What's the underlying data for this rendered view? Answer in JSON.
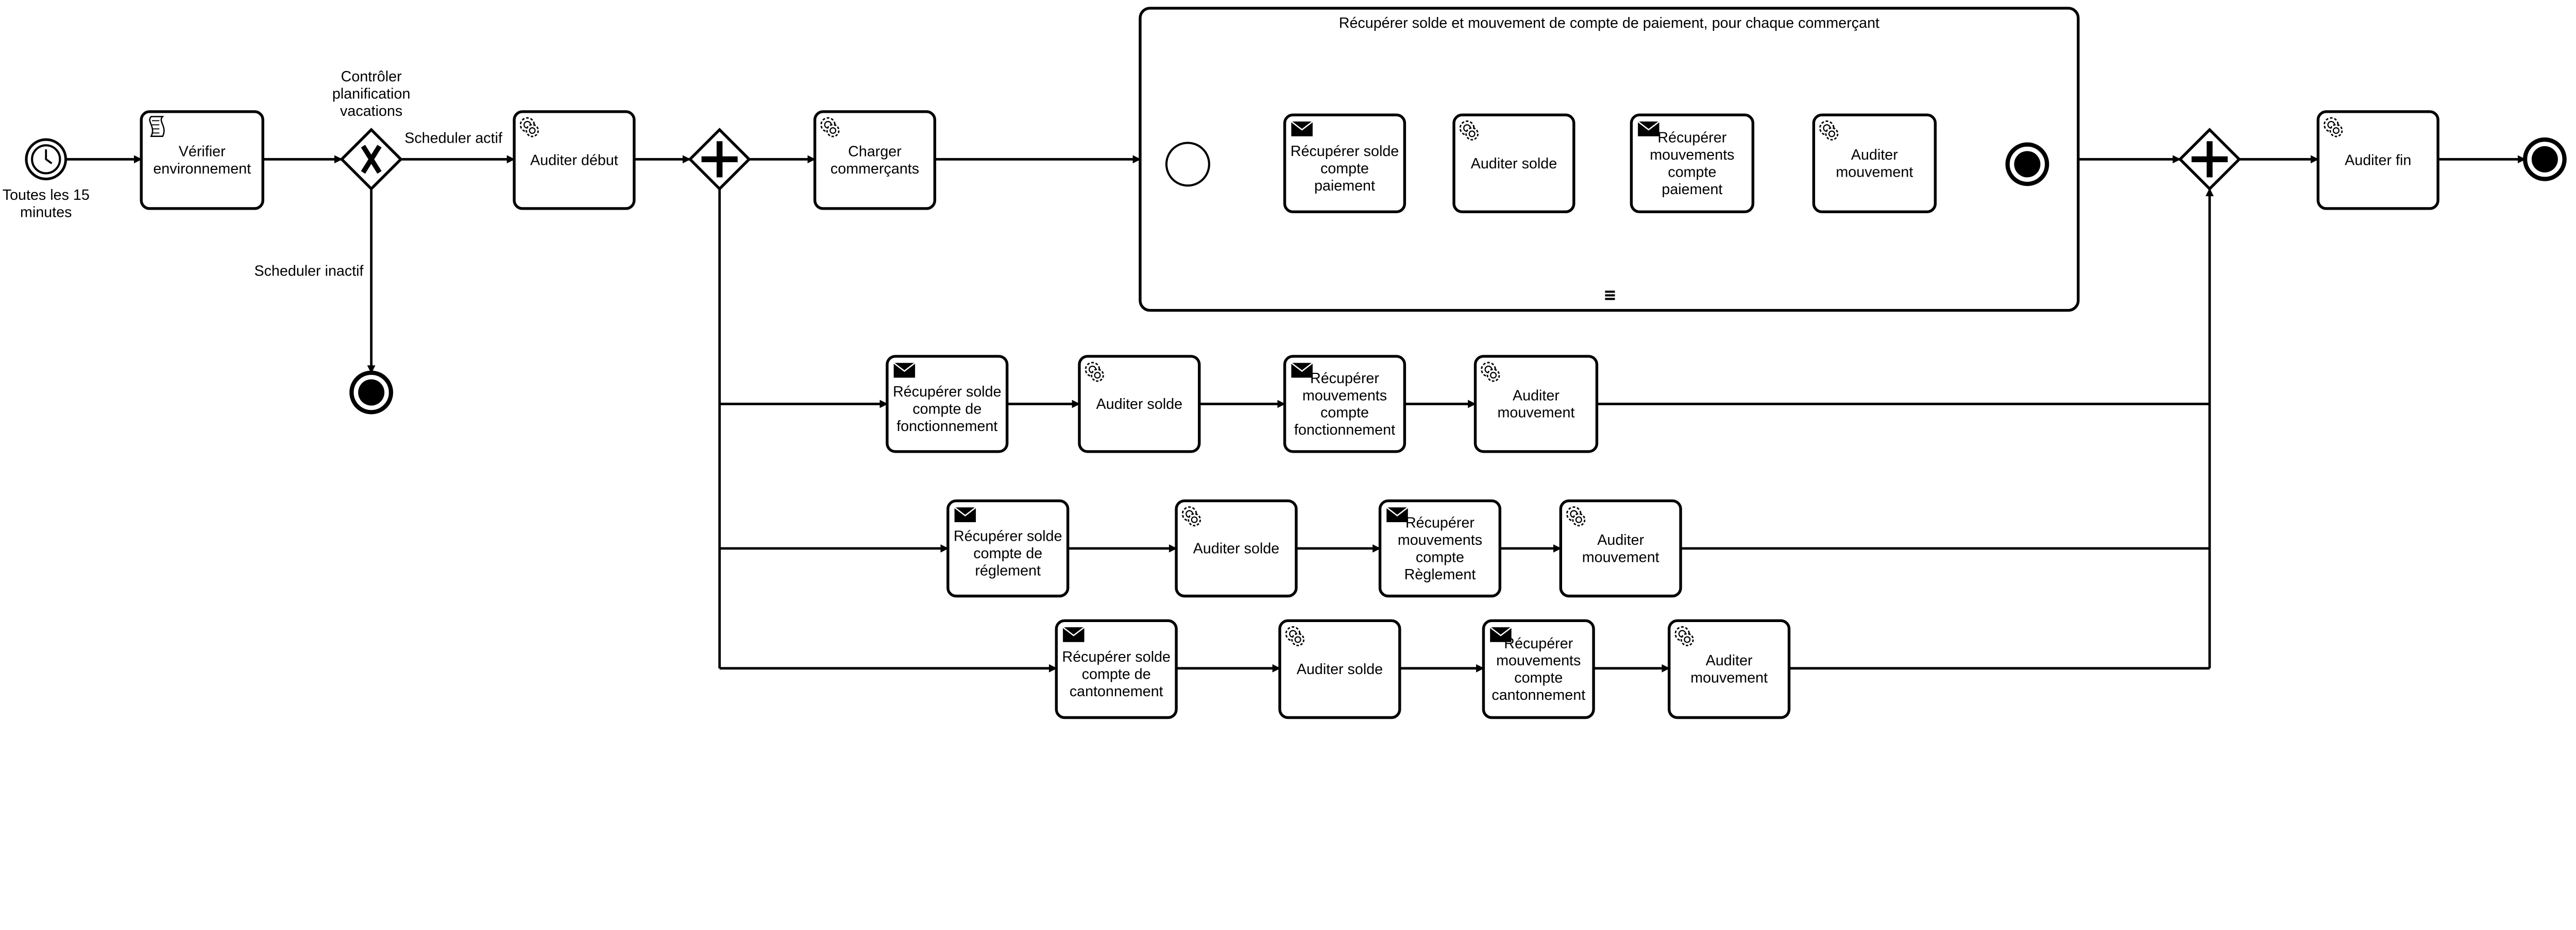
{
  "diagram": {
    "start_event": {
      "type": "timer-start-event",
      "label": [
        "Toutes les 15",
        "minutes"
      ]
    },
    "gateway_check": {
      "type": "exclusive-gateway",
      "label": [
        "Contrôler",
        "planification",
        "vacations"
      ]
    },
    "flow_labels": {
      "active": "Scheduler actif",
      "inactive": "Scheduler inactif"
    },
    "subprocess": {
      "title": "Récupérer solde et mouvement de compte de paiement, pour chaque commerçant",
      "marker": "multi-instance-sequential-icon"
    },
    "tasks": {
      "verifier": {
        "icon": "script-icon",
        "label": [
          "Vérifier",
          "environnement"
        ]
      },
      "audit_debut": {
        "icon": "gear-icon",
        "label": [
          "Auditer début"
        ]
      },
      "charger": {
        "icon": "gear-icon",
        "label": [
          "Charger",
          "commerçants"
        ]
      },
      "sp_solde": {
        "icon": "envelope-icon",
        "label": [
          "Récupérer solde",
          "compte",
          "paiement"
        ]
      },
      "sp_audit_solde": {
        "icon": "gear-icon",
        "label": [
          "Auditer solde"
        ]
      },
      "sp_mvt": {
        "icon": "envelope-icon",
        "label": [
          "Récupérer",
          "mouvements",
          "compte",
          "paiement"
        ]
      },
      "sp_audit_mvt": {
        "icon": "gear-icon",
        "label": [
          "Auditer",
          "mouvement"
        ]
      },
      "f_solde": {
        "icon": "envelope-icon",
        "label": [
          "Récupérer solde",
          "compte de",
          "fonctionnement"
        ]
      },
      "f_audit_solde": {
        "icon": "gear-icon",
        "label": [
          "Auditer solde"
        ]
      },
      "f_mvt": {
        "icon": "envelope-icon",
        "label": [
          "Récupérer",
          "mouvements",
          "compte",
          "fonctionnement"
        ]
      },
      "f_audit_mvt": {
        "icon": "gear-icon",
        "label": [
          "Auditer",
          "mouvement"
        ]
      },
      "r_solde": {
        "icon": "envelope-icon",
        "label": [
          "Récupérer solde",
          "compte de",
          "réglement"
        ]
      },
      "r_audit_solde": {
        "icon": "gear-icon",
        "label": [
          "Auditer solde"
        ]
      },
      "r_mvt": {
        "icon": "envelope-icon",
        "label": [
          "Récupérer",
          "mouvements",
          "compte",
          "Règlement"
        ]
      },
      "r_audit_mvt": {
        "icon": "gear-icon",
        "label": [
          "Auditer",
          "mouvement"
        ]
      },
      "c_solde": {
        "icon": "envelope-icon",
        "label": [
          "Récupérer solde",
          "compte de",
          "cantonnement"
        ]
      },
      "c_audit_solde": {
        "icon": "gear-icon",
        "label": [
          "Auditer solde"
        ]
      },
      "c_mvt": {
        "icon": "envelope-icon",
        "label": [
          "Récupérer",
          "mouvements",
          "compte",
          "cantonnement"
        ]
      },
      "c_audit_mvt": {
        "icon": "gear-icon",
        "label": [
          "Auditer",
          "mouvement"
        ]
      },
      "audit_fin": {
        "icon": "gear-icon",
        "label": [
          "Auditer fin"
        ]
      }
    }
  }
}
